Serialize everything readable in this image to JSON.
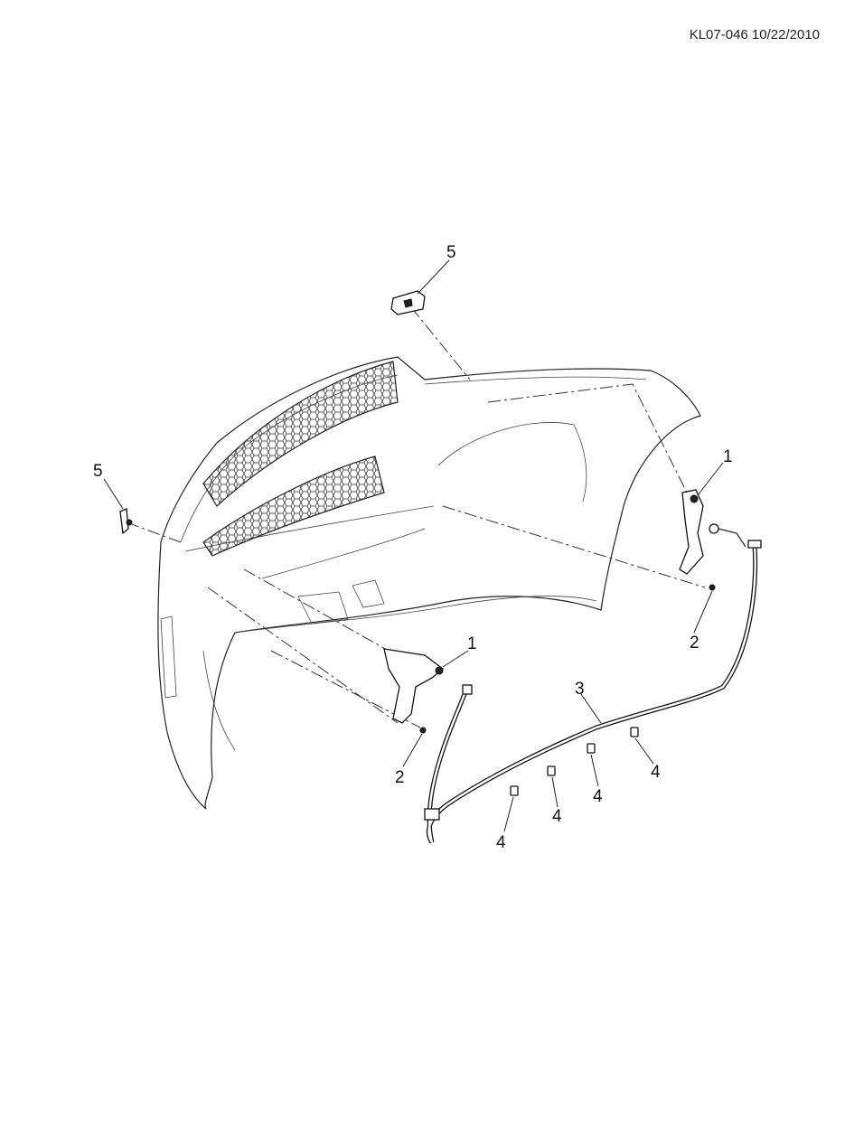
{
  "drawing_code": "KL07-046 10/22/2010",
  "callouts": [
    {
      "id": "c5-top",
      "label": "5"
    },
    {
      "id": "c5-left",
      "label": "5"
    },
    {
      "id": "c1-right",
      "label": "1"
    },
    {
      "id": "c2-right",
      "label": "2"
    },
    {
      "id": "c1-center",
      "label": "1"
    },
    {
      "id": "c2-center",
      "label": "2"
    },
    {
      "id": "c3",
      "label": "3"
    },
    {
      "id": "c4-a",
      "label": "4"
    },
    {
      "id": "c4-b",
      "label": "4"
    },
    {
      "id": "c4-c",
      "label": "4"
    },
    {
      "id": "c4-d",
      "label": "4"
    }
  ]
}
